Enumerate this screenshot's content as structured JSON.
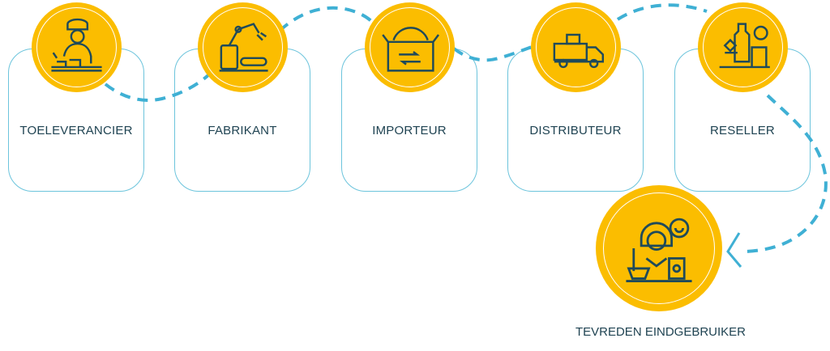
{
  "steps": [
    {
      "label": "TOELEVERANCIER",
      "icon": "supplier-worker-icon"
    },
    {
      "label": "FABRIKANT",
      "icon": "robot-arm-factory-icon"
    },
    {
      "label": "IMPORTEUR",
      "icon": "globe-box-icon"
    },
    {
      "label": "DISTRIBUTEUR",
      "icon": "delivery-truck-icon"
    },
    {
      "label": "RESELLER",
      "icon": "shop-products-icon"
    }
  ],
  "end": {
    "label": "TEVREDEN EINDGEBRUIKER",
    "icon": "happy-customer-icon"
  },
  "colors": {
    "circle": "#fbbd00",
    "line": "#3fb0d4",
    "card_border": "#6cc4dc",
    "text": "#1f4352",
    "icon": "#1f4a5a"
  }
}
